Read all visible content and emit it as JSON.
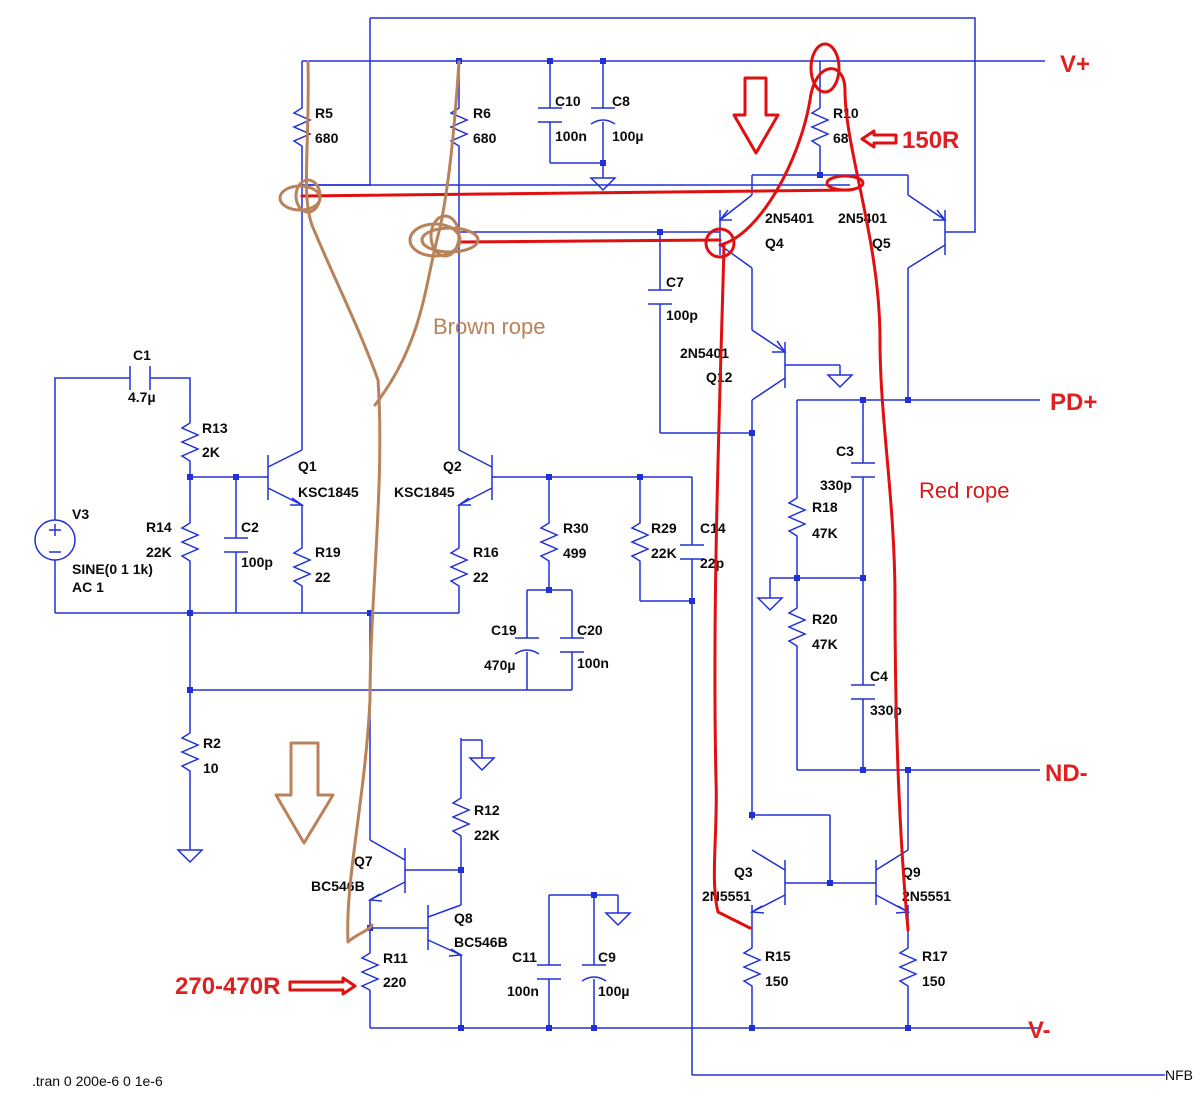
{
  "rails": {
    "vplus": "V+",
    "pdplus": "PD+",
    "ndminus": "ND-",
    "vminus": "V-",
    "nfb": "NFB"
  },
  "components": {
    "r5": {
      "name": "R5",
      "value": "680"
    },
    "r6": {
      "name": "R6",
      "value": "680"
    },
    "c10": {
      "name": "C10",
      "value": "100n"
    },
    "c8": {
      "name": "C8",
      "value": "100µ"
    },
    "r10": {
      "name": "R10",
      "value": "68"
    },
    "q4": {
      "name": "Q4",
      "type": "2N5401"
    },
    "q5": {
      "name": "Q5",
      "type": "2N5401"
    },
    "c7": {
      "name": "C7",
      "value": "100p"
    },
    "q12": {
      "name": "Q12",
      "type": "2N5401"
    },
    "c1": {
      "name": "C1",
      "value": "4.7µ"
    },
    "r13": {
      "name": "R13",
      "value": "2K"
    },
    "v3": {
      "name": "V3",
      "line1": "SINE(0 1 1k)",
      "line2": "AC 1"
    },
    "r14": {
      "name": "R14",
      "value": "22K"
    },
    "c2": {
      "name": "C2",
      "value": "100p"
    },
    "q1": {
      "name": "Q1",
      "type": "KSC1845"
    },
    "q2": {
      "name": "Q2",
      "type": "KSC1845"
    },
    "r19": {
      "name": "R19",
      "value": "22"
    },
    "r16": {
      "name": "R16",
      "value": "22"
    },
    "r30": {
      "name": "R30",
      "value": "499"
    },
    "r29": {
      "name": "R29",
      "value": "22K"
    },
    "c14": {
      "name": "C14",
      "value": "22p"
    },
    "c19": {
      "name": "C19",
      "value": "470µ"
    },
    "c20": {
      "name": "C20",
      "value": "100n"
    },
    "c3": {
      "name": "C3",
      "value": "330p"
    },
    "r18": {
      "name": "R18",
      "value": "47K"
    },
    "r20": {
      "name": "R20",
      "value": "47K"
    },
    "c4": {
      "name": "C4",
      "value": "330p"
    },
    "r2": {
      "name": "R2",
      "value": "10"
    },
    "r12": {
      "name": "R12",
      "value": "22K"
    },
    "q7": {
      "name": "Q7",
      "type": "BC546B"
    },
    "q8": {
      "name": "Q8",
      "type": "BC546B"
    },
    "r11": {
      "name": "R11",
      "value": "220"
    },
    "c11": {
      "name": "C11",
      "value": "100n"
    },
    "c9": {
      "name": "C9",
      "value": "100µ"
    },
    "q3": {
      "name": "Q3",
      "type": "2N5551"
    },
    "q9": {
      "name": "Q9",
      "type": "2N5551"
    },
    "r15": {
      "name": "R15",
      "value": "150"
    },
    "r17": {
      "name": "R17",
      "value": "150"
    }
  },
  "annotations": {
    "r10_suggest": "150R",
    "r11_suggest": "270-470R",
    "brown_rope": "Brown rope",
    "red_rope": "Red rope"
  },
  "sim_command": ".tran 0 200e-6 0 1e-6",
  "colors": {
    "wire": "#2030d8",
    "annotation_red": "#e01010",
    "annotation_brown": "#b8825a",
    "rail_label": "#e02020"
  }
}
